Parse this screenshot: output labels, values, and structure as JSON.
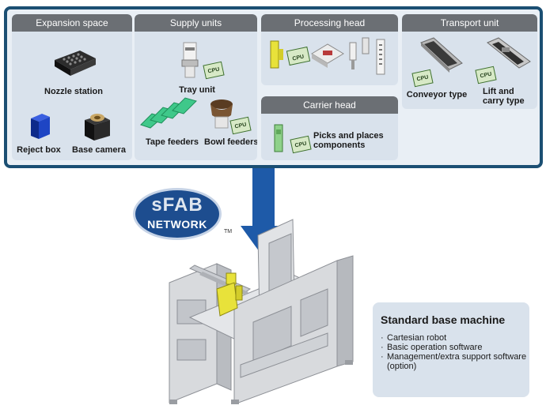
{
  "panels": {
    "expansion": {
      "title": "Expansion space",
      "nozzle_station": "Nozzle station",
      "reject_box": "Reject box",
      "base_camera": "Base camera"
    },
    "supply": {
      "title": "Supply units",
      "tray_unit": "Tray unit",
      "tape_feeders": "Tape feeders",
      "bowl_feeders": "Bowl feeders"
    },
    "processing": {
      "title": "Processing head"
    },
    "carrier": {
      "title": "Carrier head",
      "picks": "Picks and places components"
    },
    "transport": {
      "title": "Transport unit",
      "conveyor": "Conveyor type",
      "lift": "Lift and carry type"
    }
  },
  "cpu_label": "CPU",
  "logo": {
    "line1": "sFAB",
    "line2": "NETWORK",
    "tm": "TM"
  },
  "info": {
    "title": "Standard base machine",
    "items": [
      "Cartesian robot",
      "Basic operation software",
      "Management/extra support software (option)"
    ]
  },
  "colors": {
    "frame_border": "#1b4f73",
    "panel_bg": "#d9e2ec",
    "panel_header": "#6b6f74",
    "arrow": "#1e5aa8",
    "component_green": "#8ed18a",
    "machine_gray": "#d5d7da",
    "highlight_yellow": "#e8e23a"
  },
  "icons": [
    "nozzle-station-icon",
    "reject-box-icon",
    "base-camera-icon",
    "tray-unit-icon",
    "tape-feeders-icon",
    "bowl-feeder-icon",
    "processing-head-icon",
    "carrier-head-icon",
    "conveyor-icon",
    "lift-carry-icon",
    "machine-illustration"
  ]
}
